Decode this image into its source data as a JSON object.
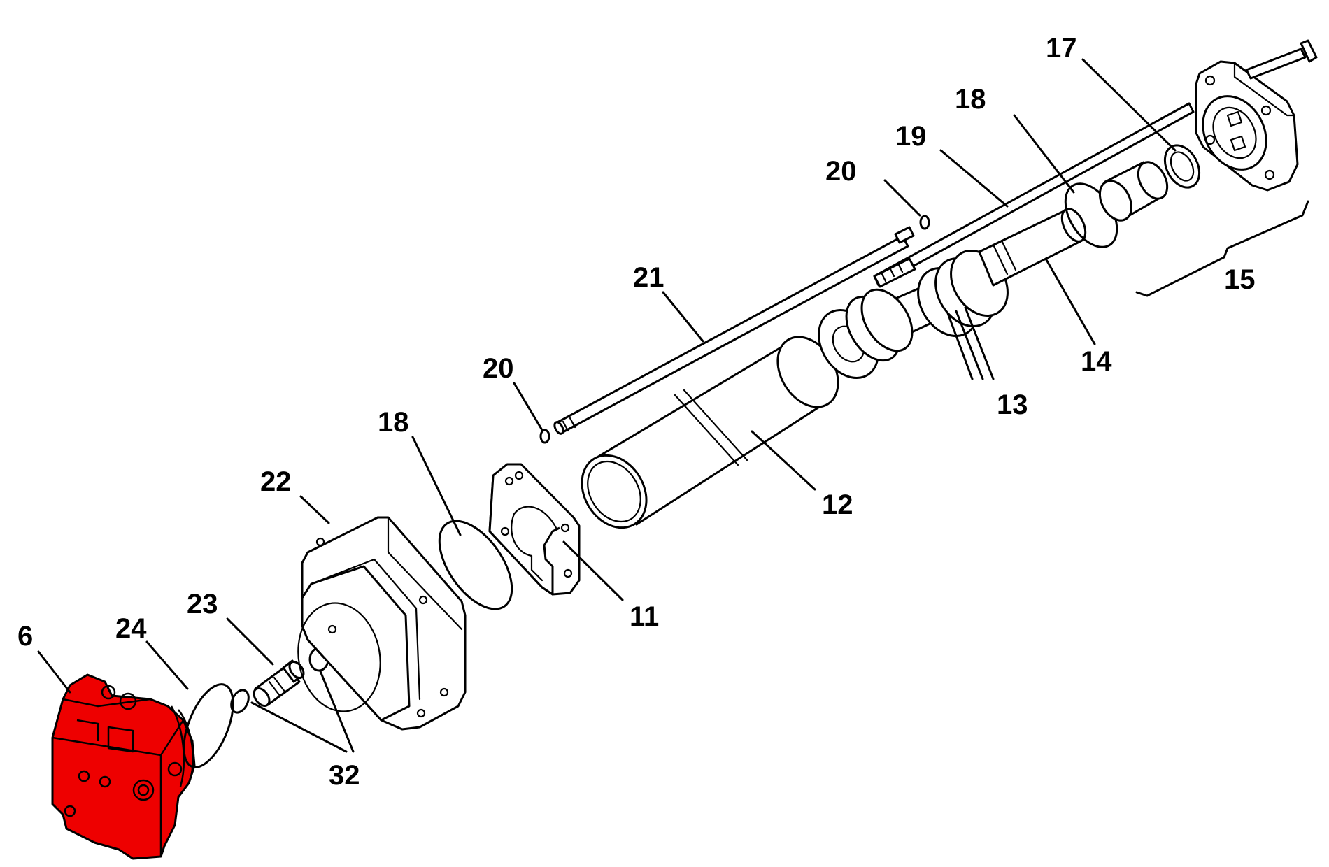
{
  "colors": {
    "highlight": "#ee0000",
    "line": "#000000",
    "background": "#ffffff"
  },
  "callouts": {
    "c6": "6",
    "c24": "24",
    "c23": "23",
    "c22": "22",
    "c18a": "18",
    "c20a": "20",
    "c21": "21",
    "c11": "11",
    "c12": "12",
    "c13": "13",
    "c14": "14",
    "c20b": "20",
    "c19": "19",
    "c18b": "18",
    "c17": "17",
    "c15": "15",
    "c32": "32"
  }
}
